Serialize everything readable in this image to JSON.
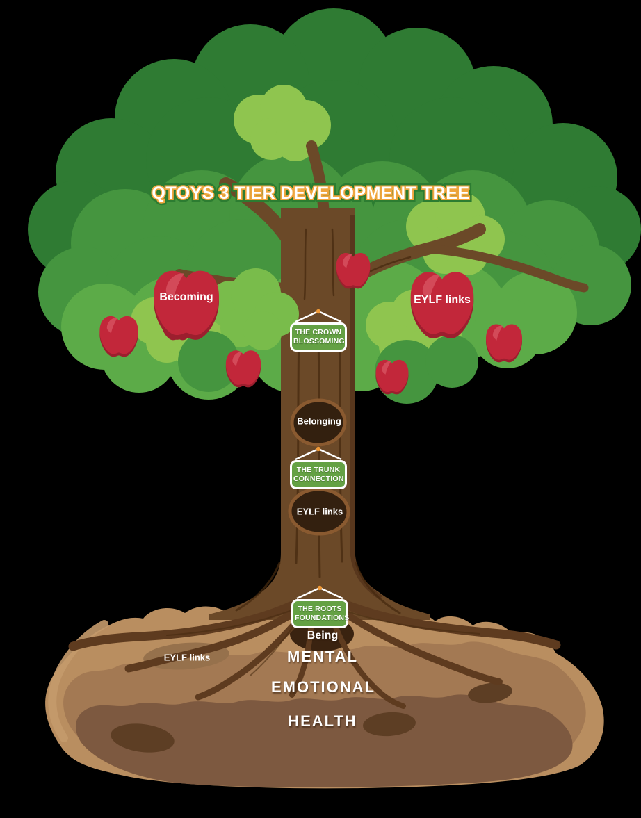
{
  "title": "QTOYS 3 TIER DEVELOPMENT TREE",
  "canopy": {
    "apple_left_label": "Becoming",
    "apple_right_label": "EYLF links"
  },
  "signs": {
    "crown": {
      "line1": "THE CROWN",
      "line2": "BLOSSOMING"
    },
    "trunk": {
      "line1": "THE TRUNK",
      "line2": "CONNECTION"
    },
    "roots": {
      "line1": "THE ROOTS",
      "line2": "FOUNDATIONS"
    }
  },
  "trunk": {
    "hole1_label": "Belonging",
    "hole2_label": "EYLF links"
  },
  "ground": {
    "being_label": "Being",
    "line1": "MENTAL",
    "line2": "EMOTIONAL",
    "line3": "HEALTH",
    "eylf_label": "EYLF links"
  },
  "colors": {
    "bg": "#000000",
    "green-dark": "#2F7B33",
    "green-mid": "#45953F",
    "green-light": "#5CAB48",
    "green-lighter": "#79BC4B",
    "green-pale": "#8FC54F",
    "trunk": "#6B4928",
    "trunk-dark": "#58371D",
    "trunk-line": "#46290F",
    "root": "#5E3B1F",
    "soil-light": "#B98E60",
    "soil-mid": "#A37953",
    "soil-dark": "#7D5940",
    "soil-blob": "#96714C",
    "soil-rim": "#C49A6C",
    "stone": "#5D3E24",
    "hole-fill": "#33200F",
    "hole-stroke": "#8A5A30",
    "hole-ground": "#3A2310",
    "apple-red": "#C2273A",
    "apple-dark": "#9C1F2E",
    "apple-light": "#D75462",
    "sign-green": "#64A144",
    "string-orange": "#F09A38",
    "title-orange": "#F0A63E",
    "title-green": "#2C7C31",
    "text-white": "#FFFFFF"
  }
}
